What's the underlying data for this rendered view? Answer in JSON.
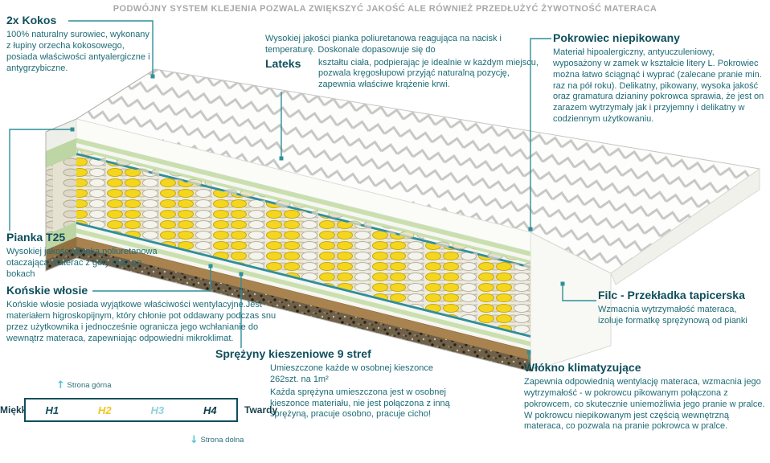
{
  "banner": "PODWÓJNY SYSTEM KLEJENIA POZWALA ZWIĘKSZYĆ JAKOŚĆ ALE RÓWNIEŻ PRZEDŁUŻYĆ ŻYWOTNOŚĆ MATERACA",
  "colors": {
    "accent_teal": "#2f8f99",
    "heading": "#0f4f5c",
    "body_text": "#1d6b76",
    "spring_yellow": "#f5d61f",
    "banner_gray": "#a8a8a8",
    "h_colors": [
      "#0f4f5c",
      "#eec71d",
      "#8fd2d9",
      "#0c3c49"
    ]
  },
  "blocks": {
    "kokos": {
      "title": "2x Kokos",
      "body": "100% naturalny surowiec, wykonany z łupiny orzecha kokosowego, posiada właściwości antyalergiczne i antygrzybiczne."
    },
    "lateks": {
      "label": "Lateks",
      "intro": "Wysokiej jakości pianka poliuretanowa reagująca na nacisk i temperaturę. Doskonale dopasowuje się do",
      "rest": "kształtu ciała, podpierając je idealnie w każdym miejscu, pozwala kręgosłupowi przyjąć naturalną pozycję, zapewnia właściwe krążenie krwi."
    },
    "pokrowiec": {
      "title": "Pokrowiec niepikowany",
      "body": "Materiał hipoalergiczny, antyuczuleniowy, wyposażony w zamek w kształcie litery L. Pokrowiec można łatwo ściągnąć i wyprać (zalecane pranie min. raz na pół roku). Delikatny, pikowany, wysoka jakość oraz gramatura dzianiny pokrowca sprawia, że jest on zarazem wytrzymały jak i przyjemny i delikatny w codziennym użytkowaniu."
    },
    "pianka": {
      "title": "Pianka T25",
      "body": "Wysokiej jakości pianka poliuretanowa otaczająca materac z góry oraz po bokach"
    },
    "konskie": {
      "title": "Końskie włosie",
      "body": "Końskie włosie posiada wyjątkowe właściwości wentylacyjne.Jest materiałem higroskopijnym, który chłonie pot oddawany podczas snu przez użytkownika i jednocześnie ogranicza jego wchłanianie do wewnątrz materaca, zapewniając odpowiedni mikroklimat."
    },
    "sprezyny": {
      "title": "Sprężyny kieszeniowe 9 stref",
      "body1": "Umieszczone każde w osobnej kieszonce 262szt. na 1m²",
      "body2": "Każda sprężyna umieszczona jest w osobnej kieszonce materiału, nie jest połączona z inną sprężyną, pracuje osobno, pracuje cicho!"
    },
    "filc": {
      "title": "Filc - Przekładka tapicerska",
      "body": "Wzmacnia wytrzymałość materaca, izoluje formatkę sprężynową od pianki"
    },
    "wlokno": {
      "title": "Włókno klimatyzujące",
      "body": "Zapewnia odpowiednią wentylację materaca, wzmacnia jego wytrzymałość - w pokrowcu pikowanym połączona z pokrowcem, co skutecznie uniemożliwia jego pranie w pralce. W pokrowcu niepikowanym jest częścią wewnętrzną materaca, co pozwala na pranie pokrowca w pralce."
    }
  },
  "scale": {
    "left": "Miękki",
    "right": "Twardy",
    "levels": [
      "H1",
      "H2",
      "H3",
      "H4"
    ],
    "top_note": "Strona górna",
    "bottom_note": "Strona dolna",
    "up_arrow": "↑",
    "down_arrow": "↓"
  }
}
